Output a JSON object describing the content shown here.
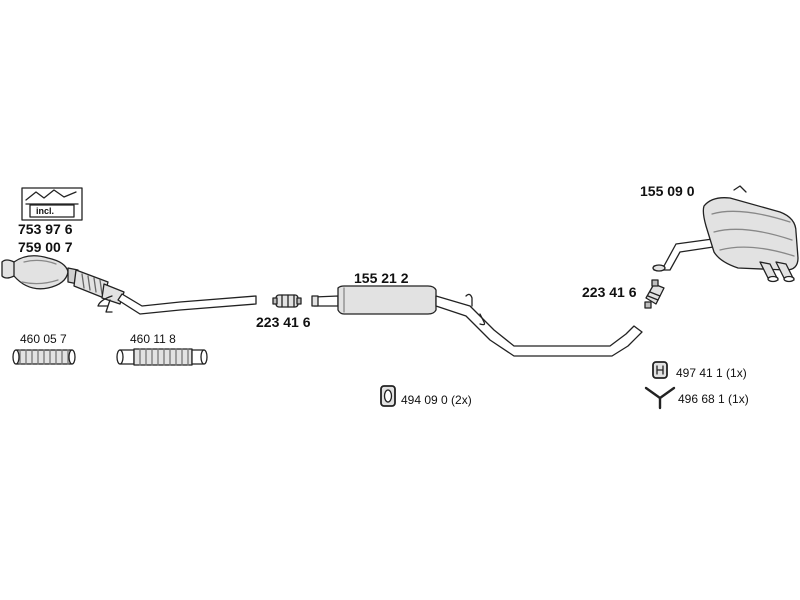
{
  "colors": {
    "line": "#222222",
    "part_fill": "#e2e2e2",
    "part_shade": "#bdbdbd",
    "text": "#111111"
  },
  "kit": {
    "badge": "incl.",
    "part_a": "753 97 6",
    "part_b": "759 00 7"
  },
  "parts": {
    "front_clamp": "223 41 6",
    "middle_silencer": "155 21 2",
    "rear_clamp": "223 41 6",
    "rear_silencer": "155 09 0",
    "flex_pipe_a": "460 05 7",
    "flex_pipe_b": "460 11 8"
  },
  "accessories": {
    "rubber_mount_ring": "494 09 0 (2x)",
    "rubber_mount_block": "497 41 1 (1x)",
    "hanger_y": "496 68 1 (1x)"
  },
  "icons": [
    "gasket-kit-icon",
    "ring-mount-icon",
    "block-mount-icon",
    "y-hanger-icon"
  ]
}
